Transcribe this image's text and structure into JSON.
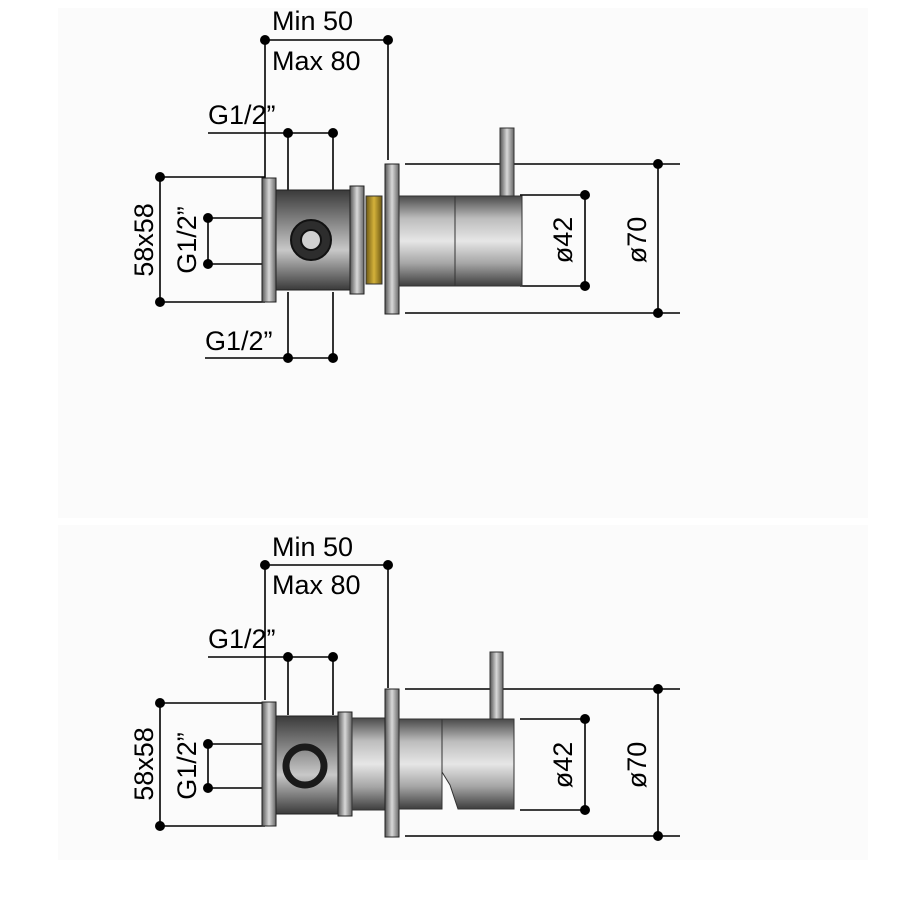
{
  "drawing": {
    "views": [
      {
        "name": "top-view",
        "depth_min": "Min  50",
        "depth_max": "Max 80",
        "inlet_top": "G1/2”",
        "inlet_bottom": "G1/2”",
        "box_size": "58x58",
        "side_port": "G1/2”",
        "handle_diameter": "ø42",
        "plate_diameter": "ø70"
      },
      {
        "name": "bottom-view",
        "depth_min": "Min  50",
        "depth_max": "Max 80",
        "inlet_top": "G1/2”",
        "box_size": "58x58",
        "side_port": "G1/2”",
        "handle_diameter": "ø42",
        "plate_diameter": "ø70"
      }
    ]
  },
  "colors": {
    "metal_dark": "#5e5e5e",
    "metal_light": "#dcdcdc",
    "brass": "#a88a22",
    "line": "#000000"
  }
}
